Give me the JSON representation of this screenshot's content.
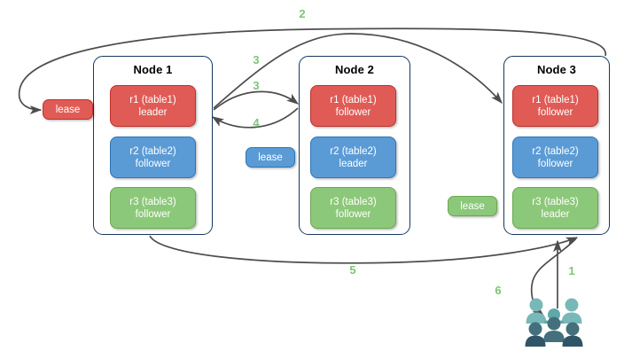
{
  "diagram": {
    "title": "Distributed database lease and replica routing diagram",
    "background": "#ffffff"
  },
  "palette": {
    "red_fill": "#e05b55",
    "red_stroke": "#c0302b",
    "blue_fill": "#5b9bd5",
    "blue_stroke": "#2e75b6",
    "green_fill": "#8cc879",
    "green_stroke": "#6aa84f",
    "node_border": "#17375e",
    "arrow": "#4d4d4d",
    "step_label": "#7cc576",
    "user_light": "#72b5b5",
    "user_dark": "#3d6a78"
  },
  "nodes": [
    {
      "title": "Node 1",
      "replicas": [
        {
          "line1": "r1 (table1)",
          "line2": "leader",
          "color": "red"
        },
        {
          "line1": "r2 (table2)",
          "line2": "follower",
          "color": "blue"
        },
        {
          "line1": "r3 (table3)",
          "line2": "follower",
          "color": "green"
        }
      ]
    },
    {
      "title": "Node 2",
      "replicas": [
        {
          "line1": "r1 (table1)",
          "line2": "follower",
          "color": "red"
        },
        {
          "line1": "r2 (table2)",
          "line2": "leader",
          "color": "blue"
        },
        {
          "line1": "r3 (table3)",
          "line2": "follower",
          "color": "green"
        }
      ]
    },
    {
      "title": "Node 3",
      "replicas": [
        {
          "line1": "r1 (table1)",
          "line2": "follower",
          "color": "red"
        },
        {
          "line1": "r2 (table2)",
          "line2": "follower",
          "color": "blue"
        },
        {
          "line1": "r3 (table3)",
          "line2": "leader",
          "color": "green"
        }
      ]
    }
  ],
  "leases": [
    {
      "label": "lease",
      "color": "red"
    },
    {
      "label": "lease",
      "color": "blue"
    },
    {
      "label": "lease",
      "color": "green"
    }
  ],
  "steps": [
    {
      "label": "2"
    },
    {
      "label": "3"
    },
    {
      "label": "3"
    },
    {
      "label": "4"
    },
    {
      "label": "5"
    },
    {
      "label": "1"
    },
    {
      "label": "6"
    }
  ],
  "users": {
    "icon": "users-icon",
    "count": 5
  }
}
